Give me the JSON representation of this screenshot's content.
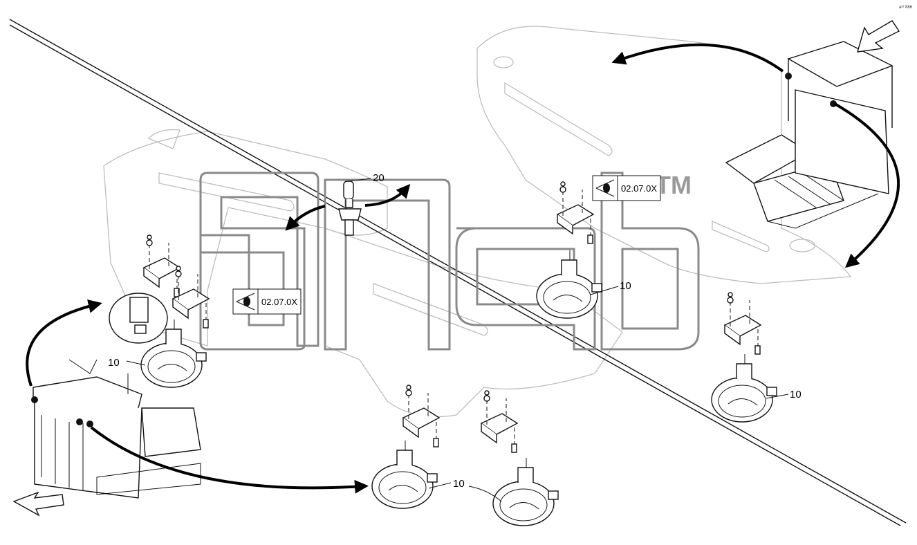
{
  "drawing": {
    "sheet_code": "a²² 886",
    "callouts": [
      {
        "id": "c20",
        "label": "20"
      },
      {
        "id": "c10a",
        "label": "10"
      },
      {
        "id": "c10b",
        "label": "10"
      },
      {
        "id": "c10c",
        "label": "10"
      },
      {
        "id": "c10d",
        "label": "10"
      }
    ],
    "references": [
      {
        "id": "ref-left",
        "label": "02.07.0X",
        "icon": "eye-icon"
      },
      {
        "id": "ref-right",
        "label": "02.07.0X",
        "icon": "eye-icon"
      }
    ],
    "watermark": {
      "trademark": "TM"
    },
    "colors": {
      "line": "#111111",
      "ghost": "#bdbdbd",
      "watermark": "#8a8a8a"
    }
  }
}
